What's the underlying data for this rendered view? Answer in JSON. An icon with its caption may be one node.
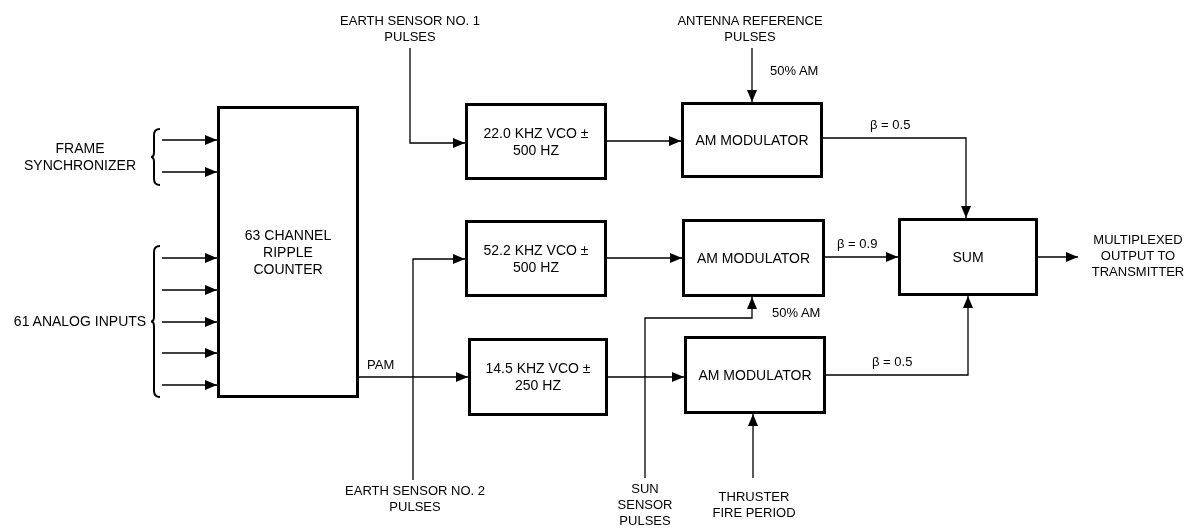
{
  "diagram": {
    "nodes": [
      {
        "text": [
          "FRAME SYNCHRONIZER"
        ]
      },
      {
        "text": [
          "61 ANALOG INPUTS"
        ]
      },
      {
        "text": [
          "63 CHANNEL RIPPLE COUNTER"
        ]
      },
      {
        "text": [
          "EARTH SENSOR NO. 1 PULSES"
        ]
      },
      {
        "text": [
          "22.0 KHZ VCO ± 500 HZ"
        ]
      },
      {
        "text": [
          "ANTENNA REFERENCE PULSES"
        ]
      },
      {
        "text": [
          "AM MODULATOR"
        ]
      },
      {
        "text": [
          "52.2 KHZ VCO ± 500 HZ"
        ]
      },
      {
        "text": [
          "AM MODULATOR"
        ]
      },
      {
        "text": [
          "SUM"
        ]
      },
      {
        "text": [
          "MULTIPLEXED OUTPUT TO TRANSMITTER"
        ]
      },
      {
        "text": [
          "14.5 KHZ VCO ± 250 HZ"
        ]
      },
      {
        "text": [
          "AM MODULATOR"
        ]
      },
      {
        "text": [
          "EARTH SENSOR NO. 2 PULSES"
        ]
      },
      {
        "text": [
          "SUN SENSOR PULSES"
        ]
      },
      {
        "text": [
          "THRUSTER FIRE PERIOD"
        ]
      }
    ],
    "edges": [
      {
        "from": 0,
        "to": 2,
        "arrow": "to"
      },
      {
        "from": 0,
        "to": 2,
        "arrow": "to"
      },
      {
        "from": 1,
        "to": 2,
        "arrow": "to"
      },
      {
        "from": 1,
        "to": 2,
        "arrow": "to"
      },
      {
        "from": 1,
        "to": 2,
        "arrow": "to"
      },
      {
        "from": 1,
        "to": 2,
        "arrow": "to"
      },
      {
        "from": 1,
        "to": 2,
        "arrow": "to"
      },
      {
        "from": 2,
        "to": 11,
        "arrow": "to",
        "label": "PAM"
      },
      {
        "from": 3,
        "to": 4,
        "arrow": "to"
      },
      {
        "from": 4,
        "to": 6,
        "arrow": "to"
      },
      {
        "from": 5,
        "to": 6,
        "arrow": "to"
      },
      {
        "from": 6,
        "to": 9,
        "arrow": "to",
        "label": "β = 0.5"
      },
      {
        "from": 13,
        "to": 7,
        "arrow": "to"
      },
      {
        "from": 7,
        "to": 8,
        "arrow": "to"
      },
      {
        "from": 8,
        "to": 9,
        "arrow": "to",
        "label": "β = 0.9"
      },
      {
        "from": 14,
        "to": 8,
        "arrow": "to"
      },
      {
        "from": 11,
        "to": 12,
        "arrow": "to"
      },
      {
        "from": 15,
        "to": 12,
        "arrow": "to"
      },
      {
        "from": 12,
        "to": 9,
        "arrow": "to",
        "label": "β = 0.5"
      },
      {
        "from": 9,
        "to": 10,
        "arrow": "to"
      }
    ],
    "labels": [
      "50% AM",
      "50% AM"
    ]
  }
}
